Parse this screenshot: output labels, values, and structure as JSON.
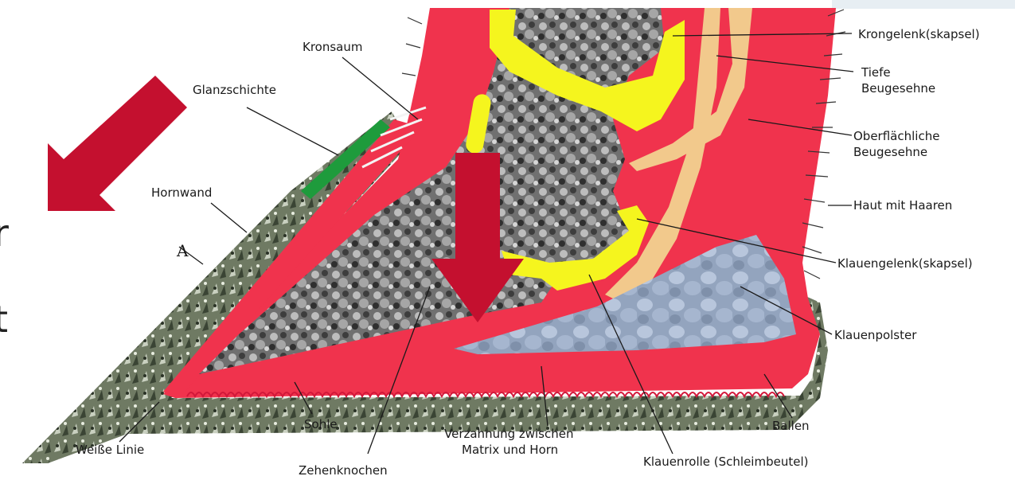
{
  "diagram": {
    "labels": {
      "krongelenk": "Krongelenk(skapsel)",
      "tiefe_line1": "Tiefe",
      "tiefe_line2": "Beugesehne",
      "oberfl_line1": "Oberflächliche",
      "oberfl_line2": "Beugesehne",
      "haut": "Haut mit Haaren",
      "klauengelenk": "Klauengelenk(skapsel)",
      "klauenpolster": "Klauenpolster",
      "ballen": "Ballen",
      "klauenrolle": "Klauenrolle (Schleimbeutel)",
      "verz_line1": "Verzahnung zwischen",
      "verz_line2": "Matrix und Horn",
      "zehenknochen": "Zehenknochen",
      "sohle": "Sohle",
      "weisse_linie": "Weiße Linie",
      "hornwand": "Hornwand",
      "glanzschichte": "Glanzschichte",
      "kronsaum": "Kronsaum",
      "a_marker": "A"
    },
    "slide_fragments": [
      "r",
      "t"
    ],
    "colors": {
      "tissue_red": "#f0334d",
      "bone_gray": "#6f6f6f",
      "joint_yellow": "#f5f51e",
      "tendon_tan": "#f2c98c",
      "pad_blue": "#9fb0c8",
      "horn_green_gray": "#7a866a",
      "glanz_green": "#1e9b3c",
      "arrow_red": "#c4102f"
    }
  }
}
